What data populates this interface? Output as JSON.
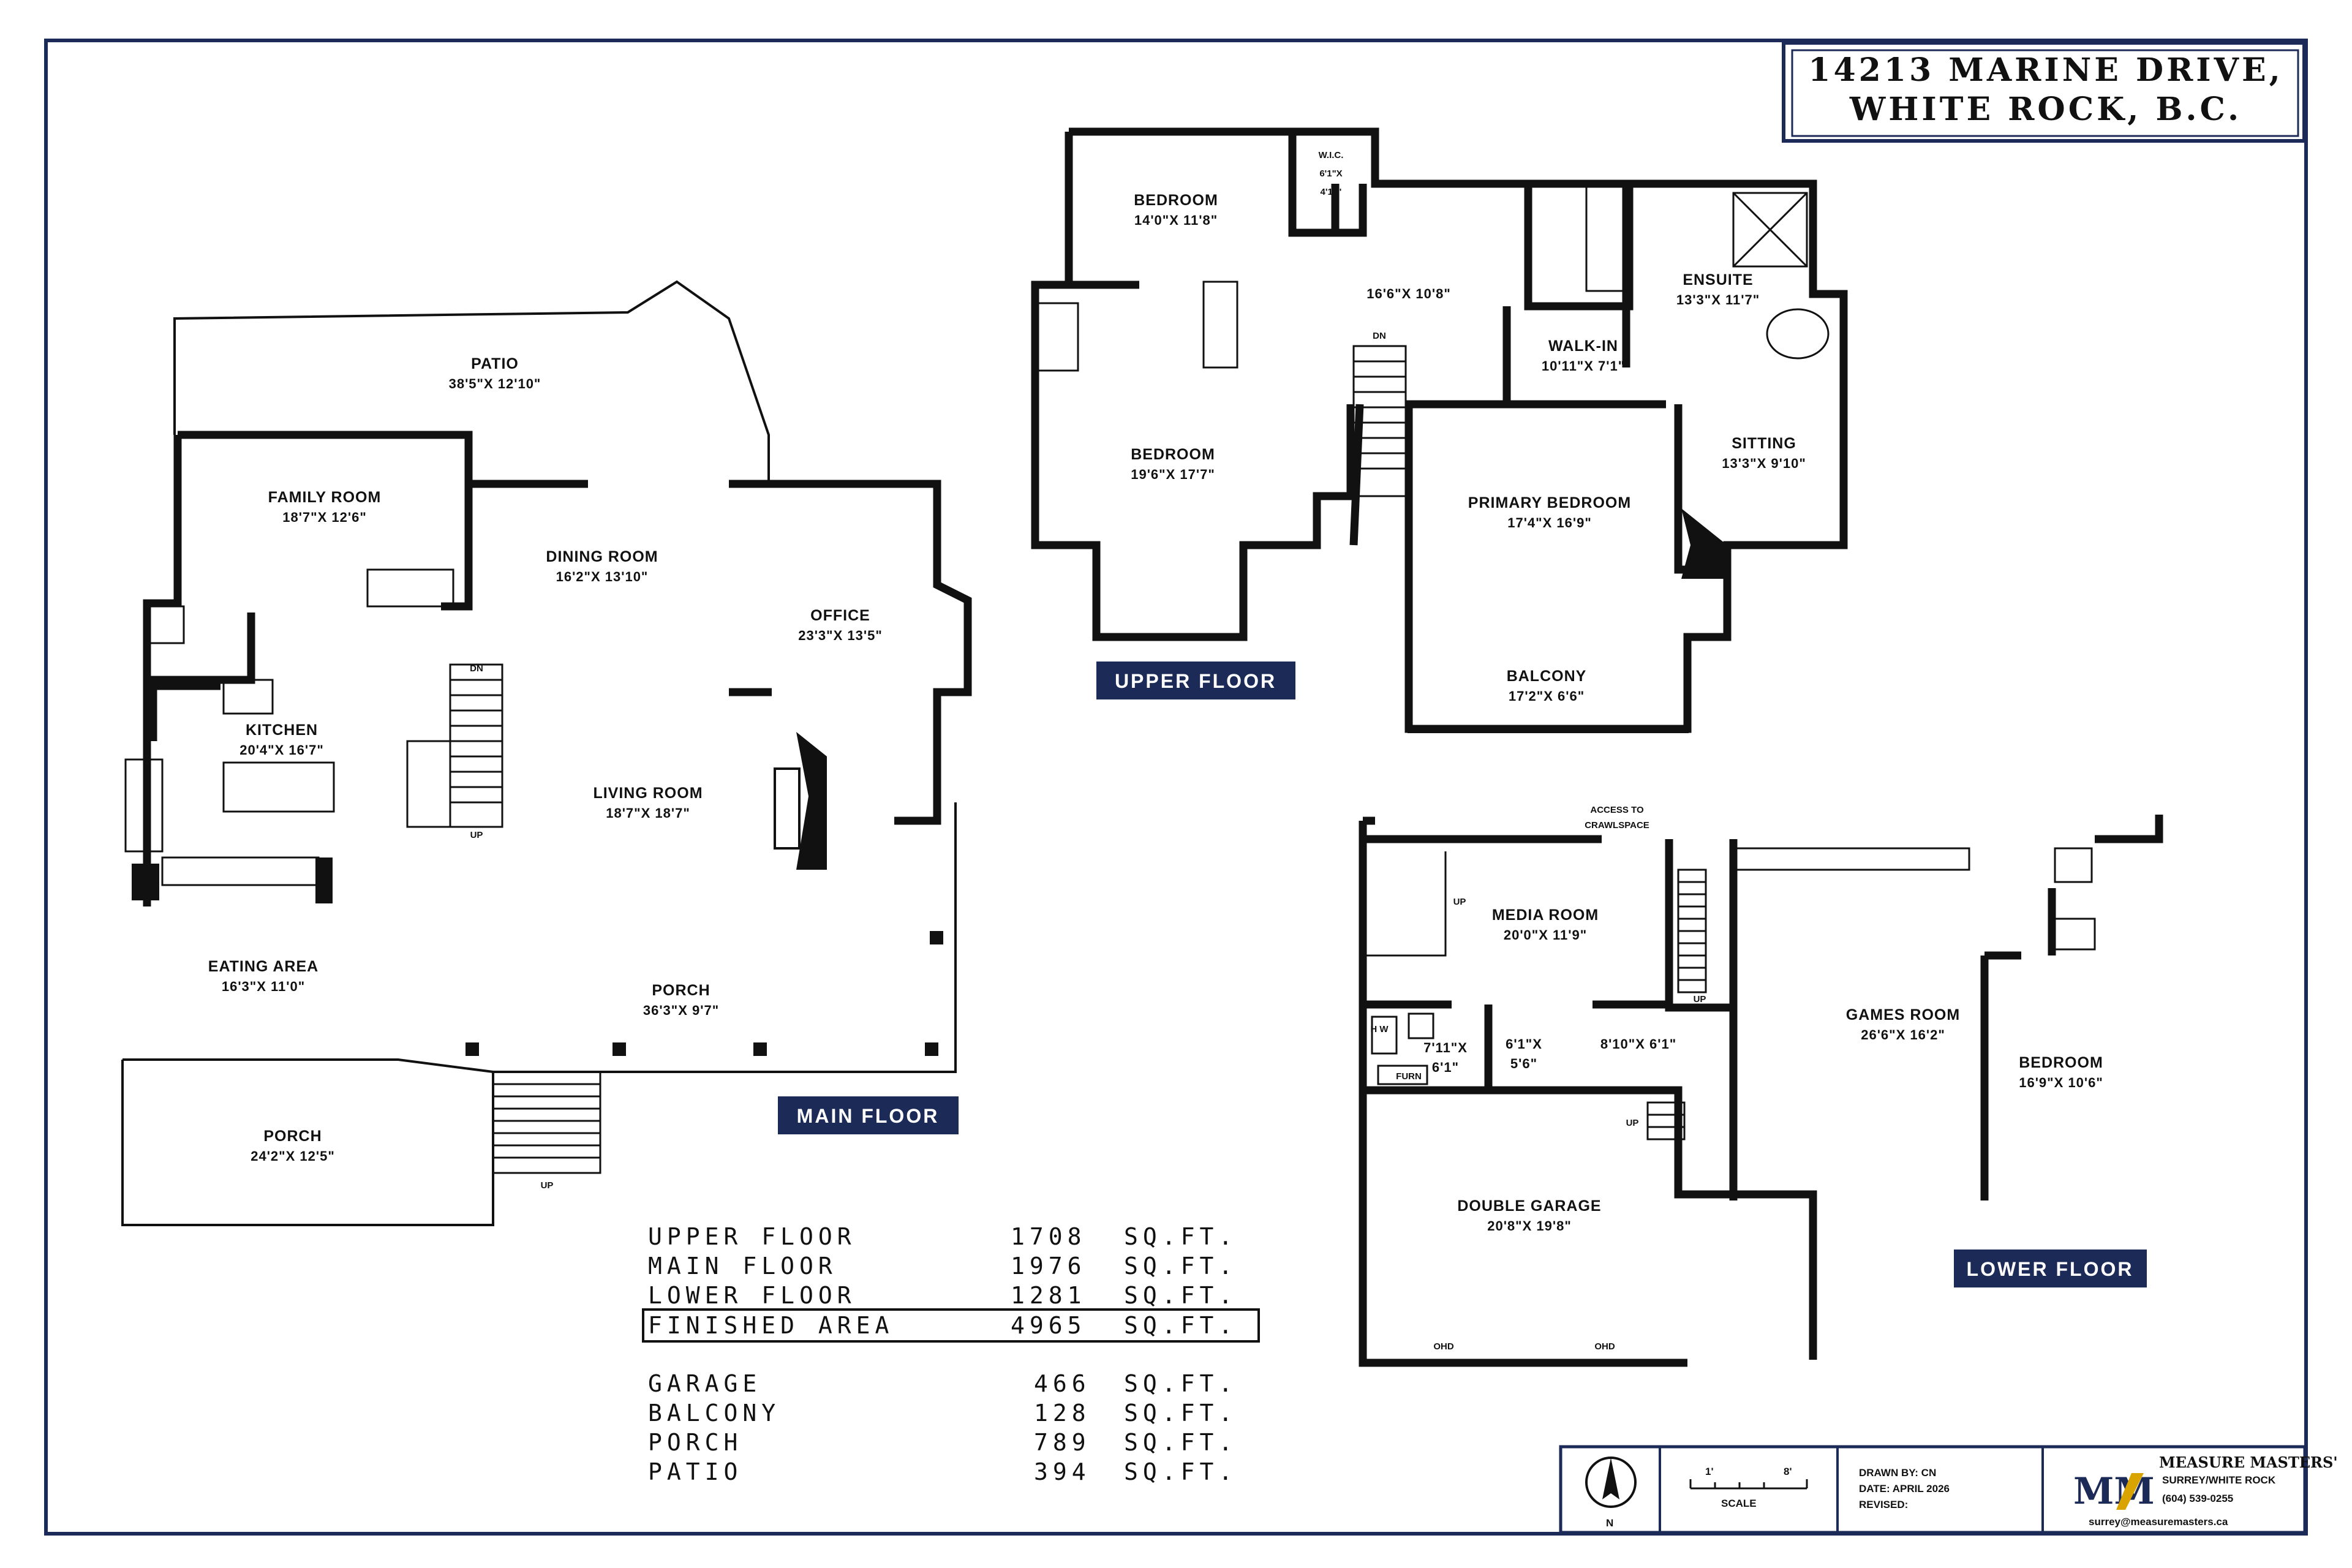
{
  "address": {
    "line1": "14213 MARINE DRIVE,",
    "line2": "WHITE ROCK, B.C."
  },
  "floors": {
    "upper": {
      "badge": "UPPER FLOOR",
      "rooms": [
        {
          "name": "BEDROOM",
          "dims": "14'0\"X 11'8\""
        },
        {
          "name": "W.I.C.",
          "dims": "6'1\"X",
          "dims2": "4'11\""
        },
        {
          "name": "",
          "dims": "16'6\"X 10'8\""
        },
        {
          "name": "ENSUITE",
          "dims": "13'3\"X 11'7\""
        },
        {
          "name": "WALK-IN",
          "dims": "10'11\"X 7'1\""
        },
        {
          "name": "SITTING",
          "dims": "13'3\"X 9'10\""
        },
        {
          "name": "BEDROOM",
          "dims": "19'6\"X 17'7\""
        },
        {
          "name": "PRIMARY BEDROOM",
          "dims": "17'4\"X 16'9\""
        },
        {
          "name": "BALCONY",
          "dims": "17'2\"X 6'6\""
        }
      ],
      "stair": "DN"
    },
    "main": {
      "badge": "MAIN FLOOR",
      "rooms": [
        {
          "name": "PATIO",
          "dims": "38'5\"X 12'10\""
        },
        {
          "name": "FAMILY ROOM",
          "dims": "18'7\"X 12'6\""
        },
        {
          "name": "DINING ROOM",
          "dims": "16'2\"X 13'10\""
        },
        {
          "name": "OFFICE",
          "dims": "23'3\"X 13'5\""
        },
        {
          "name": "KITCHEN",
          "dims": "20'4\"X 16'7\""
        },
        {
          "name": "LIVING ROOM",
          "dims": "18'7\"X 18'7\""
        },
        {
          "name": "EATING AREA",
          "dims": "16'3\"X 11'0\""
        },
        {
          "name": "PORCH",
          "dims": "36'3\"X 9'7\""
        },
        {
          "name": "PORCH",
          "dims": "24'2\"X 12'5\""
        }
      ],
      "stair_dn": "DN",
      "stair_up": "UP",
      "steps_up": "UP"
    },
    "lower": {
      "badge": "LOWER FLOOR",
      "access": {
        "line1": "ACCESS TO",
        "line2": "CRAWLSPACE"
      },
      "rooms": [
        {
          "name": "MEDIA ROOM",
          "dims": "20'0\"X 11'9\""
        },
        {
          "name": "GAMES ROOM",
          "dims": "26'6\"X 16'2\""
        },
        {
          "name": "BEDROOM",
          "dims": "16'9\"X 10'6\""
        },
        {
          "name": "DOUBLE GARAGE",
          "dims": "20'8\"X 19'8\""
        }
      ],
      "small_rooms": [
        {
          "dims": "7'11\"X",
          "dims2": "6'1\""
        },
        {
          "dims": "6'1\"X",
          "dims2": "5'6\""
        },
        {
          "dims": "8'10\"X 6'1\""
        }
      ],
      "labels": {
        "furn": "FURN",
        "hw": "H W",
        "up1": "UP",
        "up2": "UP",
        "up3": "UP",
        "ohd1": "OHD",
        "ohd2": "OHD"
      }
    }
  },
  "areas": [
    {
      "label": "UPPER FLOOR",
      "value": "1708",
      "unit": "SQ.FT."
    },
    {
      "label": "MAIN FLOOR",
      "value": "1976",
      "unit": "SQ.FT."
    },
    {
      "label": "LOWER FLOOR",
      "value": "1281",
      "unit": "SQ.FT."
    },
    {
      "label": "FINISHED AREA",
      "value": "4965",
      "unit": "SQ.FT."
    },
    {
      "label": "GARAGE",
      "value": "466",
      "unit": "SQ.FT."
    },
    {
      "label": "BALCONY",
      "value": "128",
      "unit": "SQ.FT."
    },
    {
      "label": "PORCH",
      "value": "789",
      "unit": "SQ.FT."
    },
    {
      "label": "PATIO",
      "value": "394",
      "unit": "SQ.FT."
    }
  ],
  "title_block": {
    "north": "N",
    "scale_label": "SCALE",
    "scale_ticks": [
      "1'",
      "8'"
    ],
    "drawn_by": "DRAWN BY: CN",
    "date": "DATE: APRIL 2026",
    "revised": "REVISED:",
    "company": "MEASURE MASTERS'",
    "company_sub": "SURREY/WHITE ROCK",
    "phone": "(604) 539-0255",
    "email": "surrey@measuremasters.ca",
    "logo_mark": "MM"
  },
  "colors": {
    "badge": "#1c2a58",
    "ink": "#111111"
  }
}
